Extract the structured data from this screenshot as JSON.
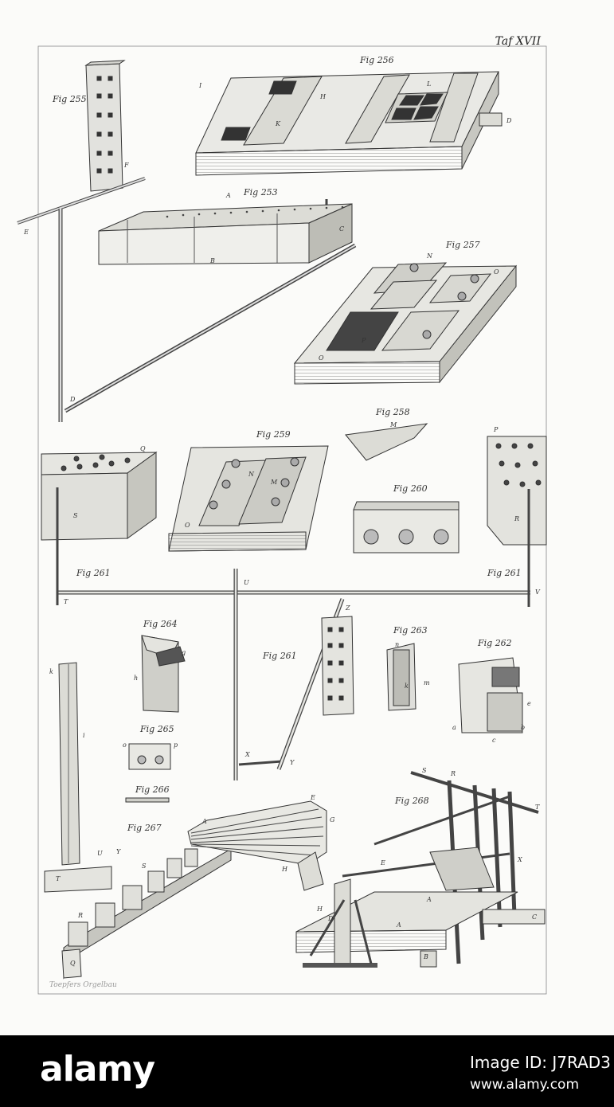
{
  "plate": {
    "number": "Taf XVII",
    "credit": "Toepfers Orgelbau"
  },
  "figures": {
    "f253": "Fig 253",
    "f255": "Fig 255",
    "f256": "Fig 256",
    "f257": "Fig 257",
    "f258": "Fig 258",
    "f259": "Fig 259",
    "f260": "Fig 260",
    "f261a": "Fig 261",
    "f261b": "Fig 261",
    "f261c": "Fig 261",
    "f262": "Fig 262",
    "f263": "Fig 263",
    "f264": "Fig 264",
    "f265": "Fig 265",
    "f266": "Fig 266",
    "f267": "Fig 267",
    "f268": "Fig 268"
  },
  "letters": {
    "a": "A",
    "b": "B",
    "c": "C",
    "d": "D",
    "e": "E",
    "f": "F",
    "g": "G",
    "h": "H",
    "i": "I",
    "k": "K",
    "l": "L",
    "m": "M",
    "n": "N",
    "o": "O",
    "p": "P",
    "q": "Q",
    "r": "R",
    "s": "S",
    "t": "T",
    "u": "U",
    "v": "V",
    "x": "X",
    "y": "Y",
    "z": "Z",
    "lower_a": "a",
    "lower_b": "b",
    "lower_c": "c",
    "lower_e": "e",
    "lower_g": "g",
    "lower_h": "h",
    "lower_i": "i",
    "lower_k": "k",
    "lower_m": "m",
    "lower_n": "n",
    "lower_o": "o",
    "lower_p": "p"
  },
  "watermark": {
    "brand": "alamy",
    "image_id": "Image ID: J7RAD3",
    "url": "www.alamy.com"
  }
}
